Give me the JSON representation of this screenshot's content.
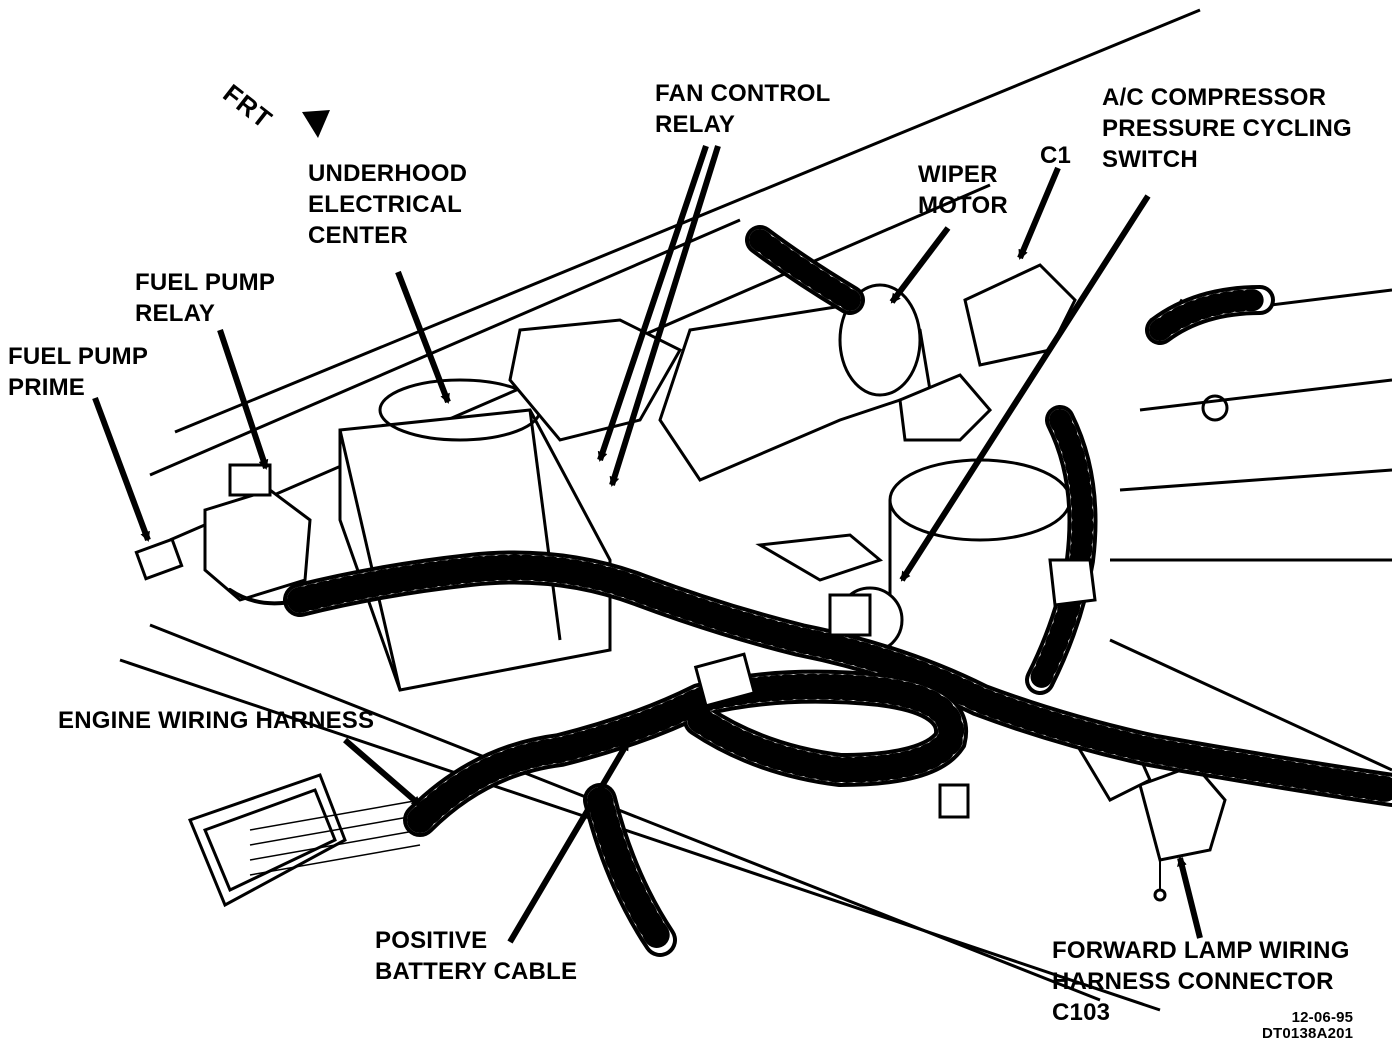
{
  "diagram": {
    "orientation_marker": "FRT",
    "labels": {
      "fuel_pump_prime": [
        "FUEL PUMP",
        "PRIME"
      ],
      "fuel_pump_relay": [
        "FUEL PUMP",
        "RELAY"
      ],
      "underhood_electrical_center": [
        "UNDERHOOD",
        "ELECTRICAL",
        "CENTER"
      ],
      "fan_control_relay": [
        "FAN CONTROL",
        "RELAY"
      ],
      "wiper_motor": [
        "WIPER",
        "MOTOR"
      ],
      "c1": "C1",
      "ac_compressor_switch": [
        "A/C COMPRESSOR",
        "PRESSURE CYCLING",
        "SWITCH"
      ],
      "engine_wiring_harness": "ENGINE WIRING HARNESS",
      "positive_battery_cable": [
        "POSITIVE",
        "BATTERY CABLE"
      ],
      "forward_lamp_connector": [
        "FORWARD LAMP WIRING",
        "HARNESS CONNECTOR",
        "C103"
      ]
    },
    "figure_code": [
      "12-06-95",
      "DT0138A201"
    ]
  }
}
